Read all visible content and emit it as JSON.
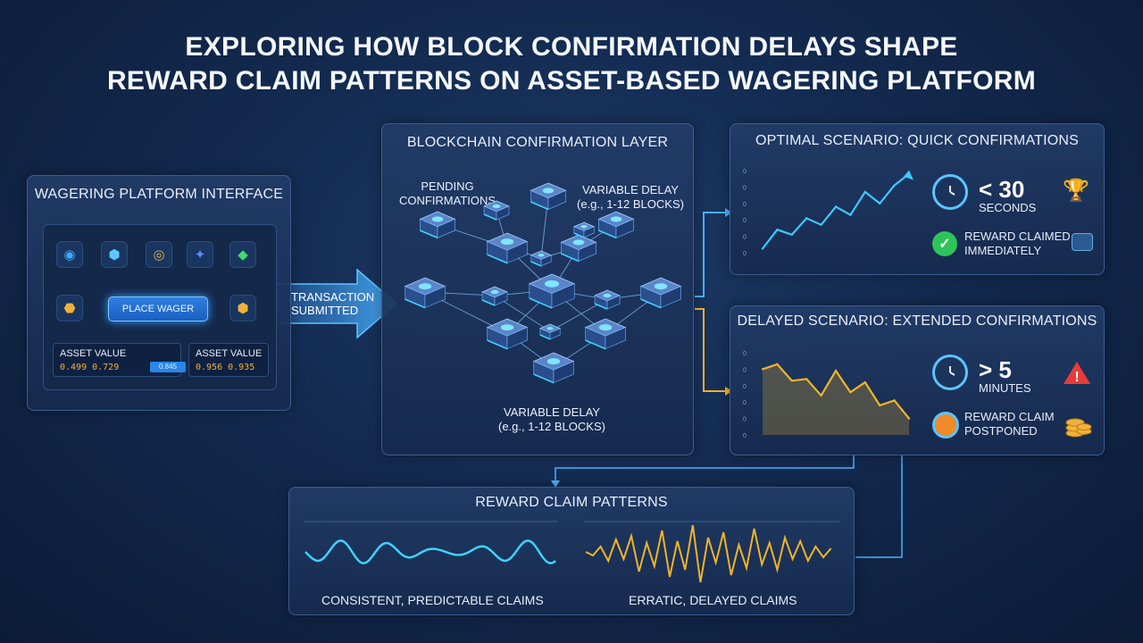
{
  "title": {
    "line1": "EXPLORING HOW BLOCK CONFIRMATION DELAYS SHAPE",
    "line2": "REWARD CLAIM PATTERNS ON ASSET-BASED WAGERING PLATFORM"
  },
  "wagering": {
    "title": "WAGERING PLATFORM INTERFACE",
    "button": "PLACE WAGER",
    "asset_left": {
      "label": "ASSET VALUE",
      "value": "0.499 0.729",
      "badge": "0.845"
    },
    "asset_right": {
      "label": "ASSET VALUE",
      "value": "0.956 0.935"
    },
    "coin_icons": [
      "chip-icon",
      "hex-token-icon",
      "gold-coin-icon",
      "blue-cluster-icon",
      "green-diamond-icon"
    ],
    "side_icons": [
      "gold-token-icon",
      "gold-tag-icon"
    ]
  },
  "arrow": {
    "line1": "TRANSACTION",
    "line2": "SUBMITTED"
  },
  "blockchain": {
    "title": "BLOCKCHAIN CONFIRMATION LAYER",
    "pending_line1": "PENDING",
    "pending_line2": "CONFIRMATIONS",
    "delay_top_line1": "VARIABLE DELAY",
    "delay_top_line2": "(e.g., 1-12 BLOCKS)",
    "delay_bottom_line1": "VARIABLE DELAY",
    "delay_bottom_line2": "(e.g., 1-12 BLOCKS)"
  },
  "optimal": {
    "title": "OPTIMAL SCENARIO: QUICK CONFIRMATIONS",
    "time_value": "< 30",
    "time_unit": "SECONDS",
    "status_line1": "REWARD CLAIMED",
    "status_line2": "IMMEDIATELY",
    "accent": "#3fc7ff"
  },
  "delayed": {
    "title": "DELAYED SCENARIO: EXTENDED CONFIRMATIONS",
    "time_value": "> 5",
    "time_unit": "MINUTES",
    "status_line1": "REWARD CLAIM",
    "status_line2": "POSTPONED",
    "accent": "#f0b429"
  },
  "rewards": {
    "title": "REWARD CLAIM PATTERNS",
    "left_label": "CONSISTENT, PREDICTABLE CLAIMS",
    "right_label": "ERRATIC, DELAYED CLAIMS"
  },
  "chart_data": [
    {
      "type": "line",
      "title": "",
      "xlabel": "",
      "ylabel": "",
      "x": [
        0,
        1,
        2,
        3,
        4,
        5,
        6,
        7,
        8,
        9,
        10
      ],
      "series": [
        {
          "values": [
            0.5,
            2.8,
            2.2,
            4.2,
            3.4,
            5.6,
            4.6,
            7.4,
            6.0,
            8.2,
            9.6
          ]
        }
      ],
      "ylim": [
        0,
        10
      ],
      "grid": false
    },
    {
      "type": "area",
      "title": "",
      "xlabel": "",
      "ylabel": "",
      "x": [
        0,
        1,
        2,
        3,
        4,
        5,
        6,
        7,
        8,
        9,
        10
      ],
      "series": [
        {
          "values": [
            8.0,
            8.6,
            6.6,
            6.8,
            4.8,
            7.8,
            5.2,
            6.4,
            3.6,
            4.2,
            2.0
          ]
        }
      ],
      "ylim": [
        0,
        10
      ],
      "grid": false
    }
  ]
}
